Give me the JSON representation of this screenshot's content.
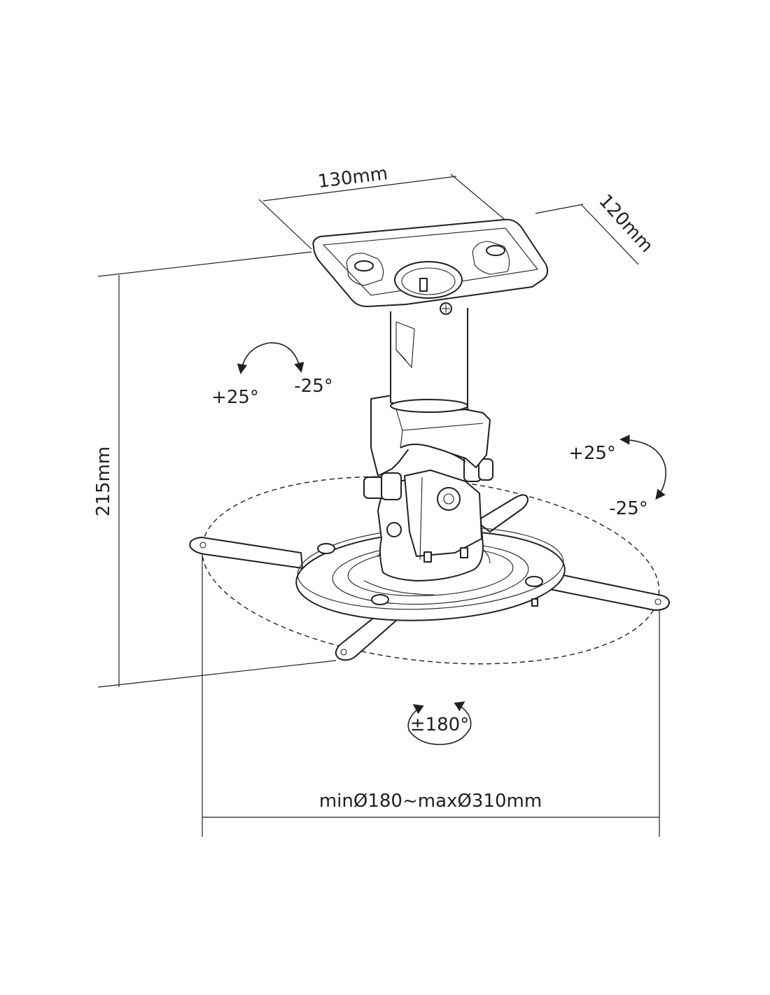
{
  "dimensions": {
    "top_width": "130mm",
    "top_depth": "120mm",
    "height": "215mm",
    "span": "minØ180~maxØ310mm"
  },
  "rotations": {
    "upper_tilt_plus": "+25°",
    "upper_tilt_minus": "-25°",
    "side_tilt_plus": "+25°",
    "side_tilt_minus": "-25°",
    "swivel": "±180°"
  },
  "colors": {
    "line": "#231f20",
    "background": "#ffffff"
  }
}
